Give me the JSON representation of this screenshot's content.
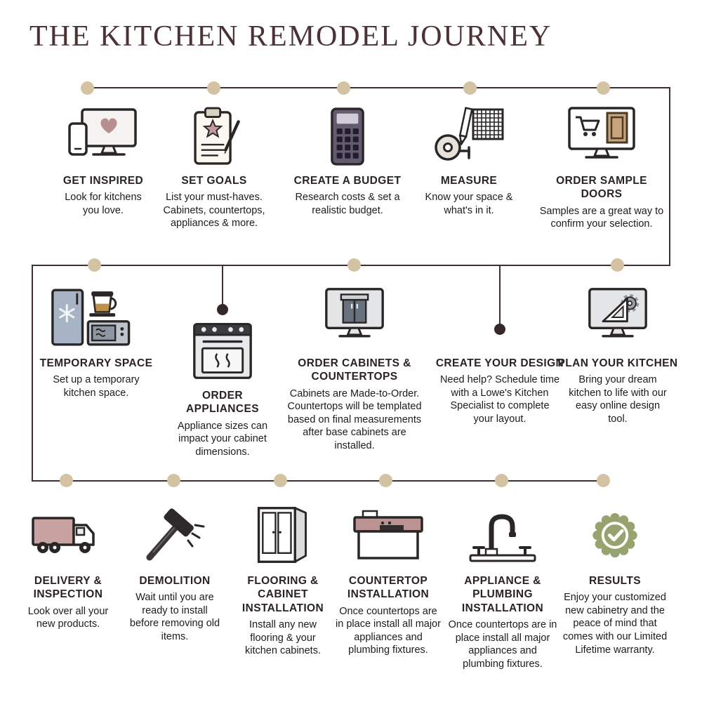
{
  "title": "THE KITCHEN REMODEL JOURNEY",
  "colors": {
    "node_tan": "#d4c3a3",
    "node_dark": "#342828",
    "journey_line": "#3e3030",
    "title_text": "#4b3235",
    "heading_text": "#2b2222",
    "body_text": "#1d1b1b",
    "accent_mauve": "#bb9393",
    "accent_olive": "#96a36e",
    "accent_blue_gray": "#a6b4c6",
    "accent_wood_tan": "#c9a379"
  },
  "steps": {
    "get_inspired": {
      "title": "GET INSPIRED",
      "text": "Look for kitchens you love.",
      "icon": "monitor-heart-icon"
    },
    "set_goals": {
      "title": "SET GOALS",
      "text": "List your must-haves. Cabinets, countertops, appliances & more.",
      "icon": "clipboard-star-icon"
    },
    "create_budget": {
      "title": "CREATE A BUDGET",
      "text": "Research costs & set a realistic budget.",
      "icon": "calculator-icon"
    },
    "measure": {
      "title": "MEASURE",
      "text": "Know your space & what's in it.",
      "icon": "tape-measure-icon"
    },
    "order_sample_doors": {
      "title": "ORDER SAMPLE DOORS",
      "text": "Samples are a great way to confirm your selection.",
      "icon": "sample-door-monitor-icon"
    },
    "temporary_space": {
      "title": "TEMPORARY SPACE",
      "text": "Set up a temporary kitchen space.",
      "icon": "temporary-kitchen-icon"
    },
    "order_appliances": {
      "title": "ORDER APPLIANCES",
      "text": "Appliance sizes can impact your cabinet dimensions.",
      "icon": "range-oven-icon"
    },
    "order_cabinets": {
      "title": "ORDER CABINETS & COUNTERTOPS",
      "text": "Cabinets are Made-to-Order. Countertops will be templated based on final measurements after base cabinets are installed.",
      "icon": "cabinet-monitor-icon"
    },
    "create_design": {
      "title": "CREATE YOUR DESIGN",
      "text": "Need help? Schedule time with a Lowe's Kitchen Specialist to complete your layout.",
      "icon": "none"
    },
    "plan_kitchen": {
      "title": "PLAN YOUR KITCHEN",
      "text": "Bring your dream kitchen to life with our easy online design tool.",
      "icon": "design-tools-monitor-icon"
    },
    "delivery": {
      "title": "DELIVERY & INSPECTION",
      "text": "Look over all your new products.",
      "icon": "delivery-truck-icon"
    },
    "demolition": {
      "title": "DEMOLITION",
      "text": "Wait until you are ready to install before removing old items.",
      "icon": "sledgehammer-icon"
    },
    "flooring": {
      "title": "FLOORING & CABINET INSTALLATION",
      "text": "Install any new flooring & your kitchen cabinets.",
      "icon": "cabinet-icon"
    },
    "countertop": {
      "title": "COUNTERTOP INSTALLATION",
      "text": "Once countertops are in place install all major appliances and plumbing fixtures.",
      "icon": "countertop-sink-icon"
    },
    "plumbing": {
      "title": "APPLIANCE & PLUMBING INSTALLATION",
      "text": "Once countertops are in place install all major appliances and plumbing fixtures.",
      "icon": "faucet-icon"
    },
    "results": {
      "title": "RESULTS",
      "text": "Enjoy your customized new cabinetry and the peace of mind that comes with our Limited Lifetime warranty.",
      "icon": "warranty-badge-icon"
    }
  }
}
